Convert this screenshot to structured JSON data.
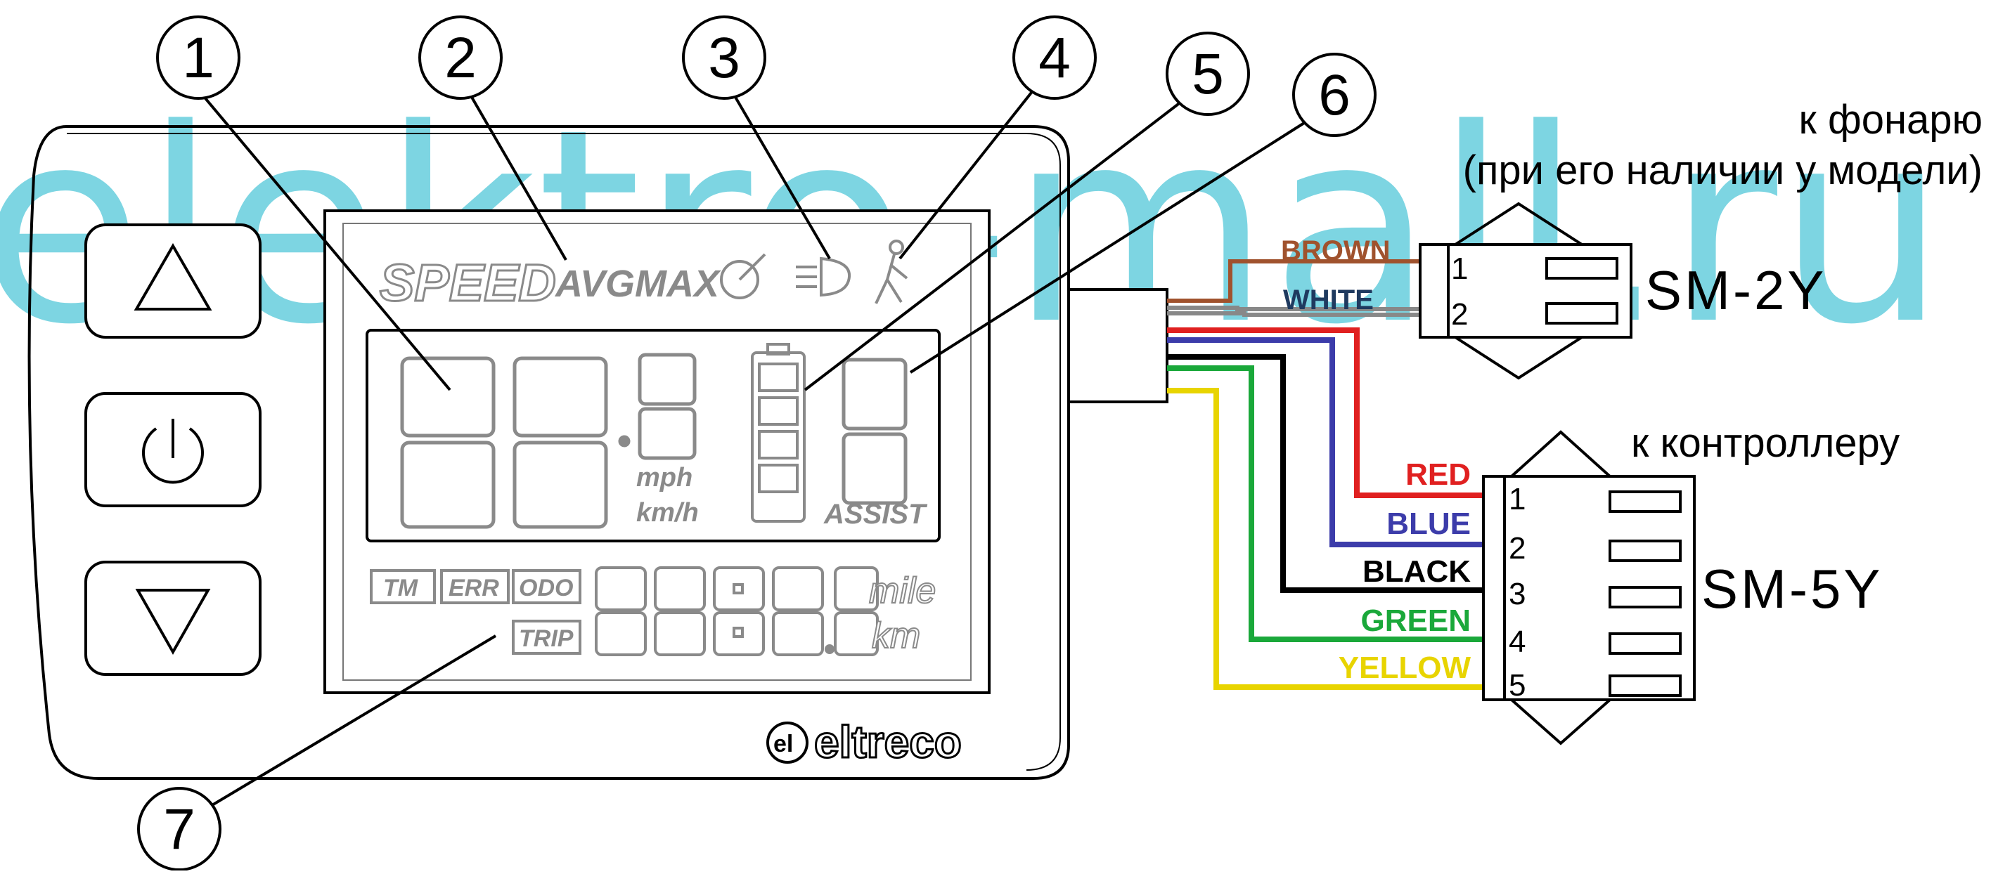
{
  "watermark": "elektro-mall.ru",
  "callouts": [
    "1",
    "2",
    "3",
    "4",
    "5",
    "6",
    "7"
  ],
  "display": {
    "speed_label": "SPEED",
    "avgmax_label": "AVGMAX",
    "unit_mph": "mph",
    "unit_kmh": "km/h",
    "assist_label": "ASSIST",
    "tm_label": "TM",
    "err_label": "ERR",
    "odo_label": "ODO",
    "trip_label": "TRIP",
    "unit_mile": "mile",
    "unit_km": "km",
    "brand": "eltreco",
    "brand_mark": "el"
  },
  "buttons": {
    "up": "up-arrow-icon",
    "power": "power-icon",
    "down": "down-arrow-icon"
  },
  "light_connector": {
    "caption_line1": "к фонарю",
    "caption_line2": "(при его наличии у модели)",
    "model": "SM-2Y",
    "wires": [
      {
        "label": "BROWN",
        "pin": "1",
        "color": "#a0522d"
      },
      {
        "label": "WHITE",
        "pin": "2",
        "color": "#1f3a5f"
      }
    ]
  },
  "controller_connector": {
    "caption": "к контроллеру",
    "model": "SM-5Y",
    "wires": [
      {
        "label": "RED",
        "pin": "1",
        "color": "#e02020"
      },
      {
        "label": "BLUE",
        "pin": "2",
        "color": "#3c3caa"
      },
      {
        "label": "BLACK",
        "pin": "3",
        "color": "#000000"
      },
      {
        "label": "GREEN",
        "pin": "4",
        "color": "#1aa83a"
      },
      {
        "label": "YELLOW",
        "pin": "5",
        "color": "#e8d400"
      }
    ]
  },
  "colors": {
    "watermark": "#6fd0df",
    "segment": "#8a8a8a",
    "outline": "#000000"
  }
}
